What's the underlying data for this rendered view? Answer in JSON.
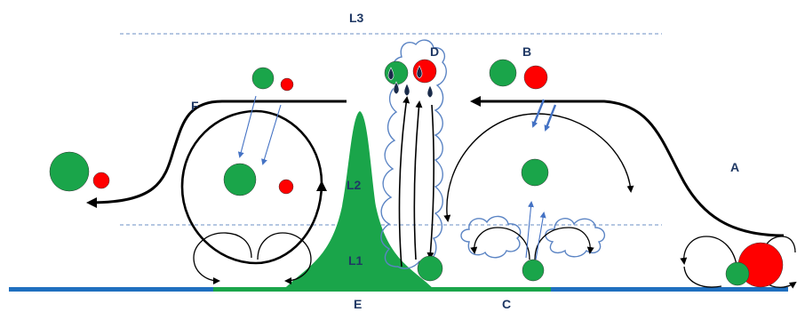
{
  "labels": {
    "layer_top": "L3",
    "layer_mid": "L2",
    "layer_low": "L1",
    "a": "A",
    "b": "B",
    "c": "C",
    "d": "D",
    "e": "E",
    "f": "F"
  },
  "colors": {
    "green": "#1aa54a",
    "red": "#ff0000",
    "blue": "#1f6fbf",
    "cloud": "#5b84c4",
    "layer_line": "#6b8fc4",
    "text": "#1f3864"
  }
}
